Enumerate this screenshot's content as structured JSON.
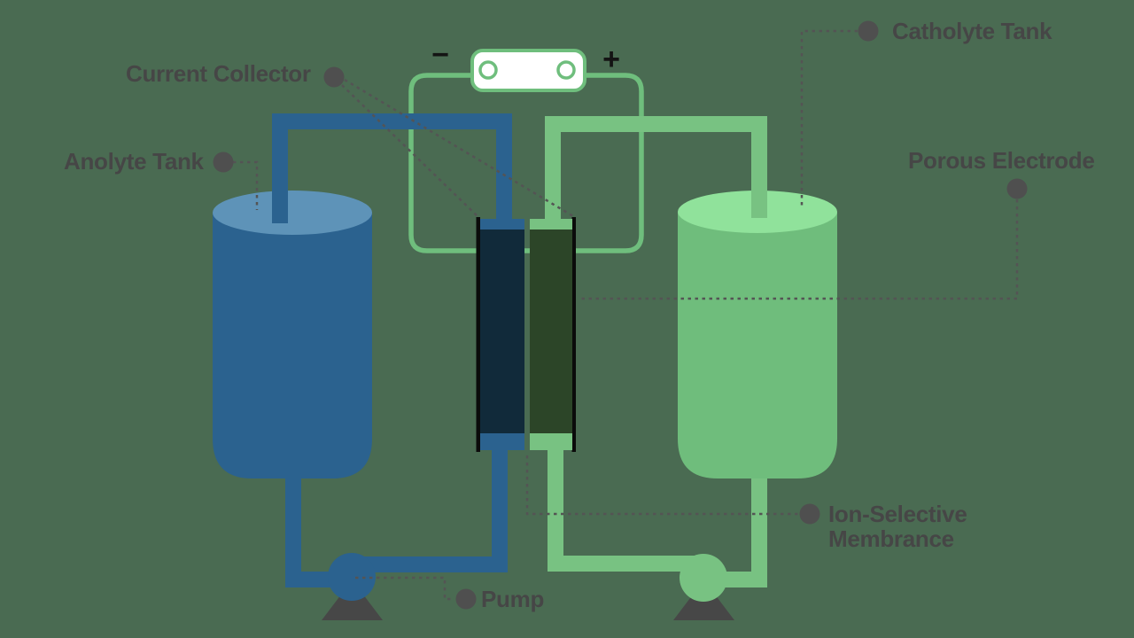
{
  "diagram": {
    "title_hint": "Redox flow battery schematic",
    "labels": {
      "current_collector": "Current Collector",
      "anolyte_tank": "Anolyte Tank",
      "catholyte_tank": "Catholyte Tank",
      "porous_electrode": "Porous Electrode",
      "ion_selective_membrane": {
        "line1": "Ion-Selective",
        "line2": "Membrance"
      },
      "pump": "Pump"
    },
    "battery": {
      "negative_terminal": "−",
      "positive_terminal": "+"
    },
    "colors": {
      "background": "#4a6b52",
      "anolyte_blue": "#2b628f",
      "anolyte_tank_top_light_blue": "#5e93b8",
      "anolyte_electrode_dark_navy": "#112a3a",
      "catholyte_green_pipe": "#78c282",
      "catholyte_tank_body_green": "#6fbd7c",
      "catholyte_tank_top_light_green": "#90e29b",
      "catholyte_electrode_dark_green": "#2c4528",
      "circuit_wire_green": "#6fbe7d",
      "current_collector_black": "#0b0b0b",
      "battery_box_white": "#ffffff",
      "label_text_gray": "#464646",
      "callout_line_gray": "#545454",
      "pump_stand_gray": "#474747"
    }
  }
}
